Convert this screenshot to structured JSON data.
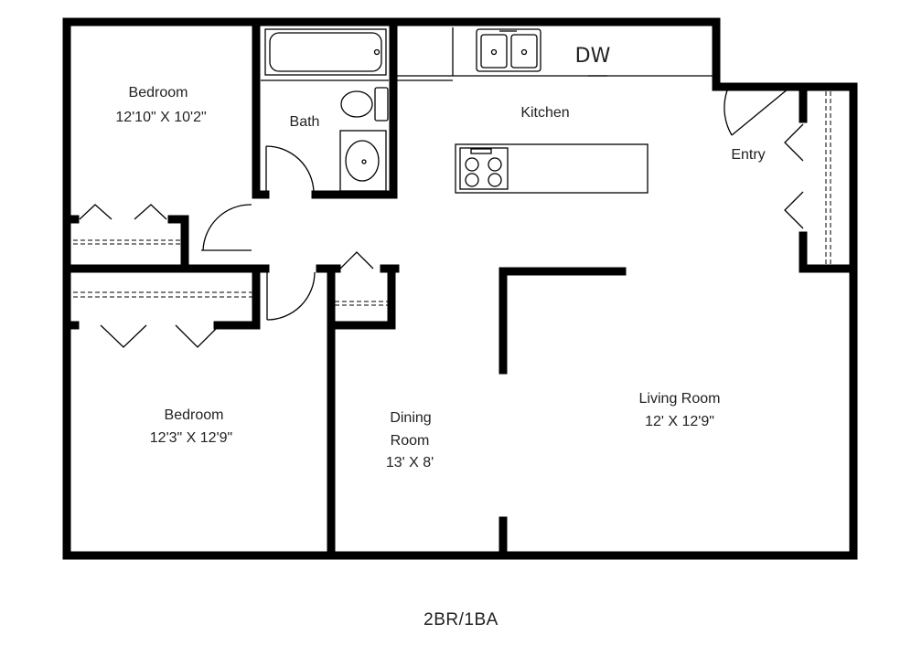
{
  "rooms": {
    "bedroom1": {
      "name": "Bedroom",
      "size": "12'10\" X 10'2\""
    },
    "bath": {
      "name": "Bath"
    },
    "kitchen": {
      "name": "Kitchen",
      "appliance": "DW"
    },
    "entry": {
      "name": "Entry"
    },
    "bedroom2": {
      "name": "Bedroom",
      "size": "12'3\" X 12'9\""
    },
    "dining": {
      "name_line1": "Dining",
      "name_line2": "Room",
      "size": "13' X 8'"
    },
    "living": {
      "name": "Living Room",
      "size": "12' X 12'9\""
    }
  },
  "caption": "2BR/1BA"
}
